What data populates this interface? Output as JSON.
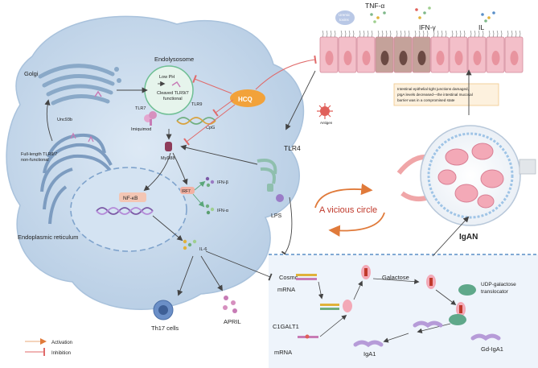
{
  "cell": {
    "golgi": "Golgi",
    "endolysosome": "Endolysosome",
    "low_ph": "Low PH",
    "cleaved_line1": "Cleaved TLR9/7",
    "cleaved_line2": "functional",
    "tlr7": "TLR7",
    "tlr9": "TLR9",
    "imiquimod": "Imiquimod",
    "cpg": "CpG",
    "myd88": "MyD88",
    "unc93b": "Unc93b",
    "full_length_line1": "Full-length TLR9/7",
    "full_length_line2": "non-functional",
    "nfkb": "NF-κB",
    "irf7": "IRF7",
    "ifn_beta": "IFN-β",
    "ifn_alpha": "IFN-α",
    "il6": "IL-6",
    "er": "Endoplasmic reticulum"
  },
  "center": {
    "hcq": "HCQ",
    "antigen": "Antigen",
    "tlr4": "TLR4",
    "lps": "LPS",
    "vicious_circle": "A vicious circle"
  },
  "intestine": {
    "uremic_line1": "Uremic",
    "uremic_line2": "toxins",
    "tnf": "TNF-α",
    "ifng": "IFN-γ",
    "il": "IL",
    "note_line1": "Intestinal epithelial tight junctions damaged,",
    "note_line2": "pIgA levels decreased—the intestinal mucosal",
    "note_line3": "barrier was in a compromised state"
  },
  "kidney": {
    "igan": "IgAN"
  },
  "lower": {
    "cosmc": "Cosmc",
    "mrna1": "mRNA",
    "c1galt1": "C1GALT1",
    "mrna2": "mRNA",
    "galactose": "Galactose",
    "udp_line1": "UDP-galactose",
    "udp_line2": "translocator",
    "iga1": "IgA1",
    "gd_iga1": "Gd-IgA1"
  },
  "outputs": {
    "th17": "Th17 cells",
    "april": "APRIL"
  },
  "legend": {
    "activation": "Activation",
    "inhibition": "Inhibition"
  },
  "colors": {
    "cell": "#c9dcef",
    "nucleus": "#d8e6f4",
    "hcq": "#f2a23a",
    "activation": "#e8a878",
    "inhibition": "#e06a6a",
    "villus": "#f3bfc9",
    "lower_panel": "#eef4fb"
  }
}
